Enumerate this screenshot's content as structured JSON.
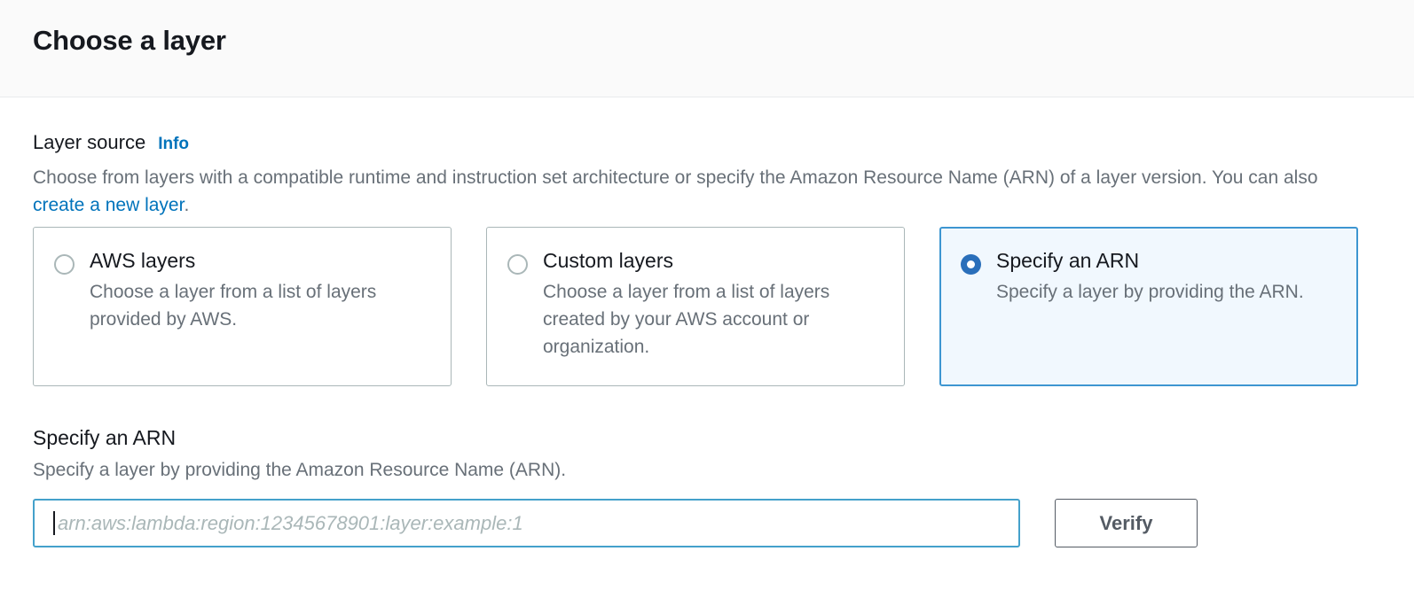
{
  "header": {
    "title": "Choose a layer"
  },
  "layer_source": {
    "label": "Layer source",
    "info_link": "Info",
    "description_part1": "Choose from layers with a compatible runtime and instruction set architecture or specify the Amazon Resource Name (ARN) of a layer version. You can also ",
    "description_link": "create a new layer",
    "description_part2": ".",
    "options": [
      {
        "title": "AWS layers",
        "description": "Choose a layer from a list of layers provided by AWS.",
        "selected": false
      },
      {
        "title": "Custom layers",
        "description": "Choose a layer from a list of layers created by your AWS account or organization.",
        "selected": false
      },
      {
        "title": "Specify an ARN",
        "description": "Specify a layer by providing the ARN.",
        "selected": true
      }
    ]
  },
  "arn_section": {
    "heading": "Specify an ARN",
    "description": "Specify a layer by providing the Amazon Resource Name (ARN).",
    "input_value": "",
    "input_placeholder": "arn:aws:lambda:region:12345678901:layer:example:1",
    "verify_label": "Verify"
  },
  "colors": {
    "accent_blue": "#0073bb",
    "selected_tile_border": "#3d96d1",
    "selected_tile_bg": "#f1f8fe",
    "radio_checked": "#2a6fba",
    "input_focus_border": "#44a1cb",
    "button_border": "#545b64",
    "text_primary": "#16191f",
    "text_secondary": "#687078",
    "header_bg": "#fafafa"
  }
}
